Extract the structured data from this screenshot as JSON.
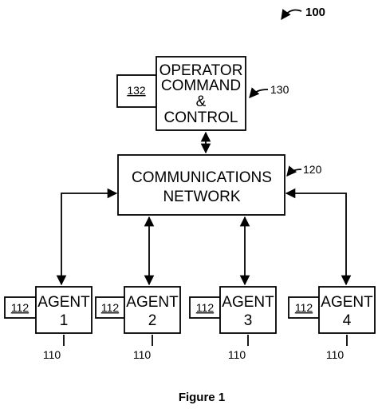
{
  "figure_ref": "100",
  "operator": {
    "lines": [
      "OPERATOR",
      "COMMAND",
      "&",
      "CONTROL"
    ],
    "ref": "130",
    "side_box": "132"
  },
  "network": {
    "lines": [
      "COMMUNICATIONS",
      "NETWORK"
    ],
    "ref": "120"
  },
  "agents": [
    {
      "label": "AGENT",
      "number": "1",
      "side_box": "112",
      "ref": "110"
    },
    {
      "label": "AGENT",
      "number": "2",
      "side_box": "112",
      "ref": "110"
    },
    {
      "label": "AGENT",
      "number": "3",
      "side_box": "112",
      "ref": "110"
    },
    {
      "label": "AGENT",
      "number": "4",
      "side_box": "112",
      "ref": "110"
    }
  ],
  "caption": "Figure 1"
}
